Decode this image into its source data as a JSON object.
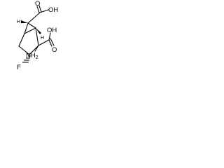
{
  "molecule": {
    "atoms": {
      "oh_top": "OH",
      "o_top": "O",
      "oh_right": "OH",
      "o_right": "O",
      "nh2": "NH",
      "nh2_sub": "2",
      "fluorine": "F",
      "h_top": "H",
      "h_bottom": "H"
    }
  }
}
